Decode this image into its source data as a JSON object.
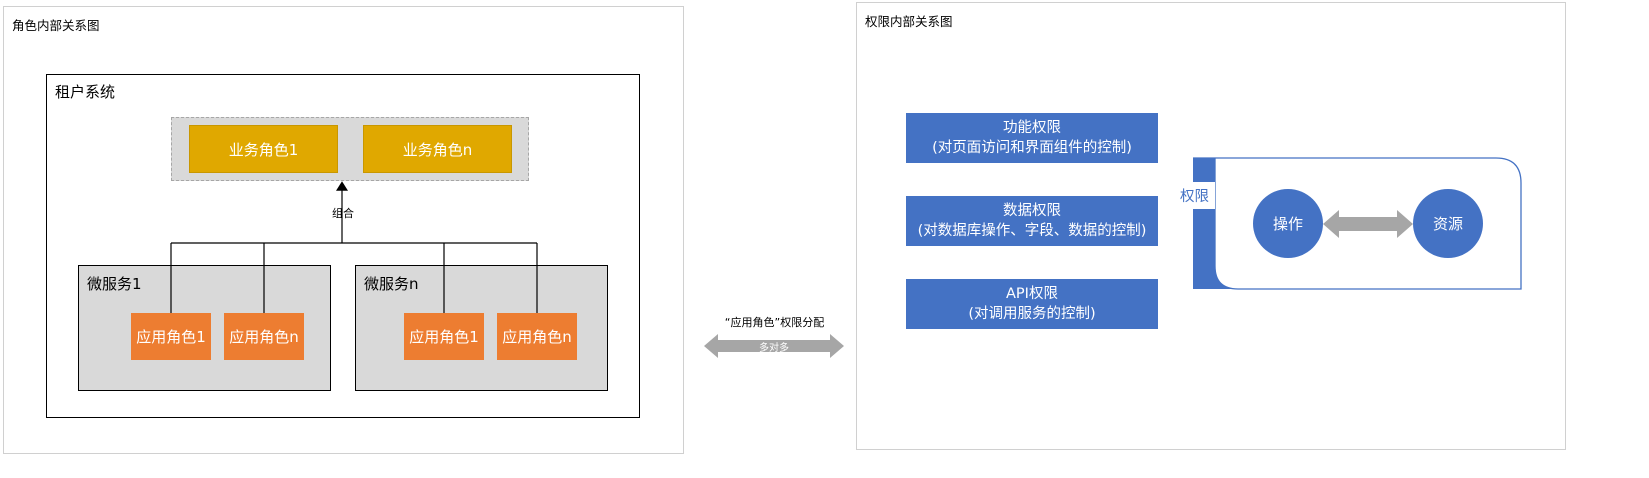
{
  "left_panel": {
    "title": "角色内部关系图",
    "tenant": {
      "title": "租户系统",
      "business_roles": [
        "业务角色1",
        "业务角色n"
      ],
      "combine_label": "组合",
      "microservices": [
        {
          "title": "微服务1",
          "roles": [
            "应用角色1",
            "应用角色n"
          ]
        },
        {
          "title": "微服务n",
          "roles": [
            "应用角色1",
            "应用角色n"
          ]
        }
      ]
    }
  },
  "middle": {
    "label": "“应用角色”权限分配",
    "arrow_label": "多对多"
  },
  "right_panel": {
    "title": "权限内部关系图",
    "permissions": [
      {
        "name": "功能权限",
        "desc": "(对页面访问和界面组件的控制)"
      },
      {
        "name": "数据权限",
        "desc": "(对数据库操作、字段、数据的控制)"
      },
      {
        "name": "API权限",
        "desc": "(对调用服务的控制)"
      }
    ],
    "permission_tab": "权限",
    "operation": "操作",
    "resource": "资源"
  },
  "colors": {
    "business_role": "#e0a800",
    "app_role": "#ed7d31",
    "permission": "#4472c4",
    "arrow": "#a6a6a6"
  }
}
